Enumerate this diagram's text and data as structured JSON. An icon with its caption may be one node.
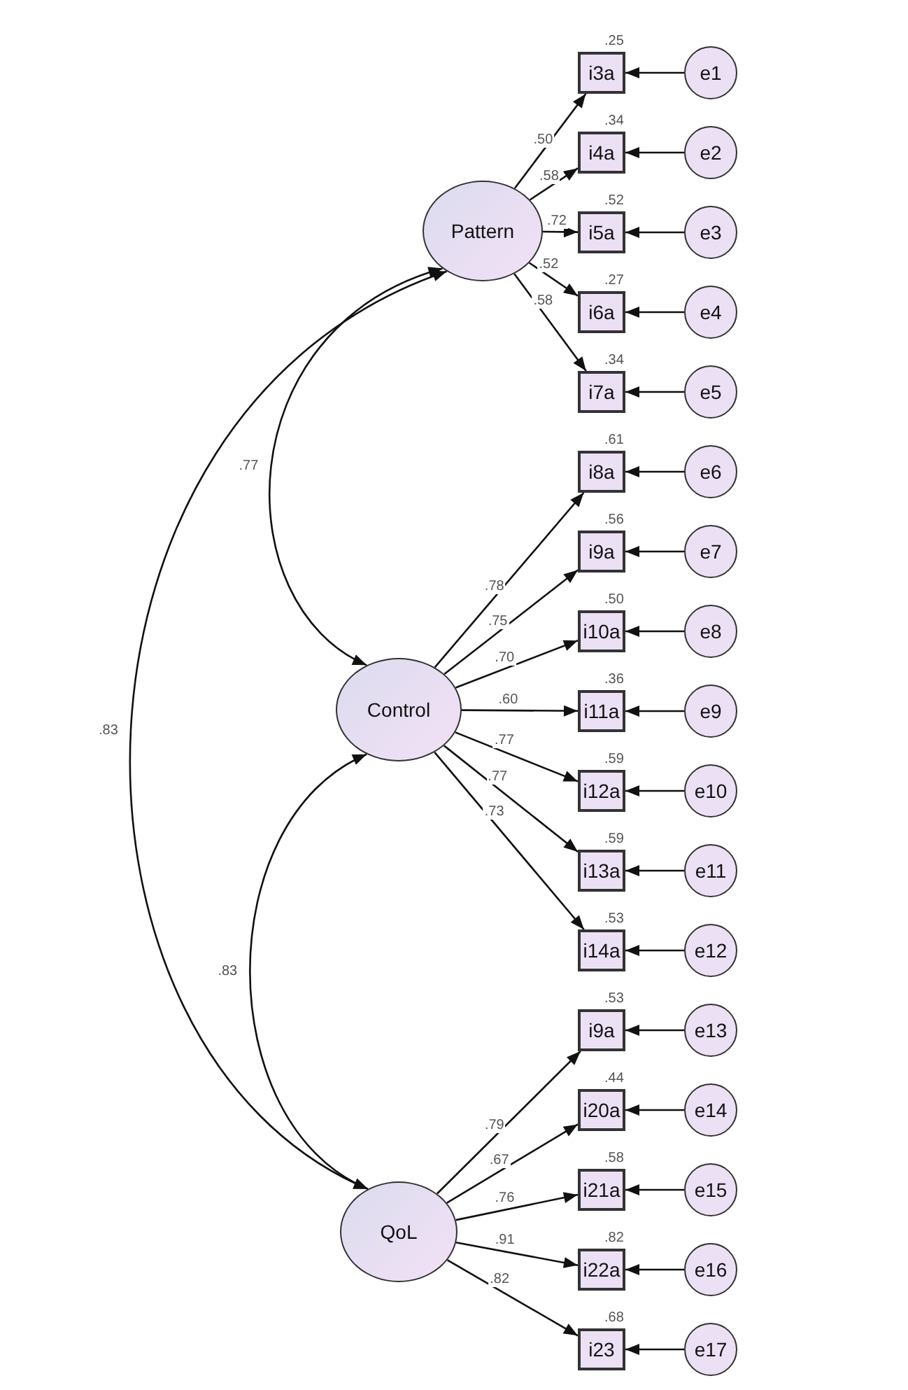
{
  "diagram": {
    "nodes": [
      {
        "text": [
          "Pattern"
        ]
      },
      {
        "text": [
          "Control"
        ]
      },
      {
        "text": [
          "QoL"
        ]
      },
      {
        "text": [
          "i3a"
        ],
        "beside": [
          ".25"
        ]
      },
      {
        "text": [
          "i4a"
        ],
        "beside": [
          ".34"
        ]
      },
      {
        "text": [
          "i5a"
        ],
        "beside": [
          ".52"
        ]
      },
      {
        "text": [
          "i6a"
        ],
        "beside": [
          ".27"
        ]
      },
      {
        "text": [
          "i7a"
        ],
        "beside": [
          ".34"
        ]
      },
      {
        "text": [
          "i8a"
        ],
        "beside": [
          ".61"
        ]
      },
      {
        "text": [
          "i9a"
        ],
        "beside": [
          ".56"
        ]
      },
      {
        "text": [
          "i10a"
        ],
        "beside": [
          ".50"
        ]
      },
      {
        "text": [
          "i11a"
        ],
        "beside": [
          ".36"
        ]
      },
      {
        "text": [
          "i12a"
        ],
        "beside": [
          ".59"
        ]
      },
      {
        "text": [
          "i13a"
        ],
        "beside": [
          ".59"
        ]
      },
      {
        "text": [
          "i14a"
        ],
        "beside": [
          ".53"
        ]
      },
      {
        "text": [
          "i9a"
        ],
        "beside": [
          ".53"
        ]
      },
      {
        "text": [
          "i20a"
        ],
        "beside": [
          ".44"
        ]
      },
      {
        "text": [
          "i21a"
        ],
        "beside": [
          ".58"
        ]
      },
      {
        "text": [
          "i22a"
        ],
        "beside": [
          ".82"
        ]
      },
      {
        "text": [
          "i23"
        ],
        "beside": [
          ".68"
        ]
      },
      {
        "text": [
          "e1"
        ]
      },
      {
        "text": [
          "e2"
        ]
      },
      {
        "text": [
          "e3"
        ]
      },
      {
        "text": [
          "e4"
        ]
      },
      {
        "text": [
          "e5"
        ]
      },
      {
        "text": [
          "e6"
        ]
      },
      {
        "text": [
          "e7"
        ]
      },
      {
        "text": [
          "e8"
        ]
      },
      {
        "text": [
          "e9"
        ]
      },
      {
        "text": [
          "e10"
        ]
      },
      {
        "text": [
          "e11"
        ]
      },
      {
        "text": [
          "e12"
        ]
      },
      {
        "text": [
          "e13"
        ]
      },
      {
        "text": [
          "e14"
        ]
      },
      {
        "text": [
          "e15"
        ]
      },
      {
        "text": [
          "e16"
        ]
      },
      {
        "text": [
          "e17"
        ]
      }
    ],
    "edges": [
      {
        "from": 0,
        "to": 3,
        "arrow": "to",
        "label": ".50"
      },
      {
        "from": 0,
        "to": 4,
        "arrow": "to",
        "label": ".58"
      },
      {
        "from": 0,
        "to": 5,
        "arrow": "to",
        "label": ".72"
      },
      {
        "from": 0,
        "to": 6,
        "arrow": "to",
        "label": ".52"
      },
      {
        "from": 0,
        "to": 7,
        "arrow": "to",
        "label": ".58"
      },
      {
        "from": 1,
        "to": 8,
        "arrow": "to",
        "label": ".78"
      },
      {
        "from": 1,
        "to": 9,
        "arrow": "to",
        "label": ".75"
      },
      {
        "from": 1,
        "to": 10,
        "arrow": "to",
        "label": ".70"
      },
      {
        "from": 1,
        "to": 11,
        "arrow": "to",
        "label": ".60"
      },
      {
        "from": 1,
        "to": 12,
        "arrow": "to",
        "label": ".77"
      },
      {
        "from": 1,
        "to": 13,
        "arrow": "to",
        "label": ".77"
      },
      {
        "from": 1,
        "to": 14,
        "arrow": "to",
        "label": ".73"
      },
      {
        "from": 2,
        "to": 15,
        "arrow": "to",
        "label": ".79"
      },
      {
        "from": 2,
        "to": 16,
        "arrow": "to",
        "label": ".67"
      },
      {
        "from": 2,
        "to": 17,
        "arrow": "to",
        "label": ".76"
      },
      {
        "from": 2,
        "to": 18,
        "arrow": "to",
        "label": ".91"
      },
      {
        "from": 2,
        "to": 19,
        "arrow": "to",
        "label": ".82"
      },
      {
        "from": 20,
        "to": 3,
        "arrow": "to"
      },
      {
        "from": 21,
        "to": 4,
        "arrow": "to"
      },
      {
        "from": 22,
        "to": 5,
        "arrow": "to"
      },
      {
        "from": 23,
        "to": 6,
        "arrow": "to"
      },
      {
        "from": 24,
        "to": 7,
        "arrow": "to"
      },
      {
        "from": 25,
        "to": 8,
        "arrow": "to"
      },
      {
        "from": 26,
        "to": 9,
        "arrow": "to"
      },
      {
        "from": 27,
        "to": 10,
        "arrow": "to"
      },
      {
        "from": 28,
        "to": 11,
        "arrow": "to"
      },
      {
        "from": 29,
        "to": 12,
        "arrow": "to"
      },
      {
        "from": 30,
        "to": 13,
        "arrow": "to"
      },
      {
        "from": 31,
        "to": 14,
        "arrow": "to"
      },
      {
        "from": 32,
        "to": 15,
        "arrow": "to"
      },
      {
        "from": 33,
        "to": 16,
        "arrow": "to"
      },
      {
        "from": 34,
        "to": 17,
        "arrow": "to"
      },
      {
        "from": 35,
        "to": 18,
        "arrow": "to"
      },
      {
        "from": 36,
        "to": 19,
        "arrow": "to"
      },
      {
        "from": 0,
        "to": 1,
        "arrow": "both",
        "label": ".77"
      },
      {
        "from": 1,
        "to": 2,
        "arrow": "both",
        "label": ".83"
      },
      {
        "from": 0,
        "to": 2,
        "arrow": "both",
        "label": ".83"
      }
    ]
  }
}
